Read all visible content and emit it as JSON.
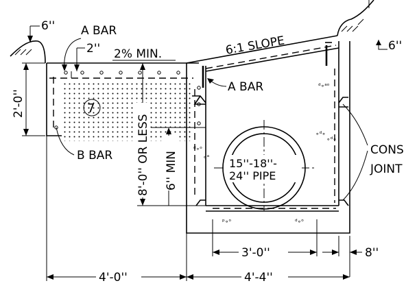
{
  "labels": {
    "dim_6in_top_left": "6''",
    "a_bar_top": "A BAR",
    "dim_2in": "2''",
    "slope_2pct": "2% MIN.",
    "slope_6to1": "6:1 SLOPE",
    "dim_6in_right": "6''",
    "a_bar_right": "A BAR",
    "dim_2ft": "2'-0''",
    "item_no": "7",
    "b_bar": "B BAR",
    "height_8ft": "8'-0'' OR LESS",
    "min_6in": "6'' MIN",
    "pipe_line1": "15''-18''-",
    "pipe_line2": "24'' PIPE",
    "cons_line1": "CONS",
    "cons_line2": "JOINT",
    "dim_3ft": "3'-0''",
    "dim_8in": "8''",
    "dim_4ft0": "4'-0''",
    "dim_4ft4": "4'-4''"
  },
  "colors": {
    "ink": "#000000",
    "background": "#ffffff"
  }
}
